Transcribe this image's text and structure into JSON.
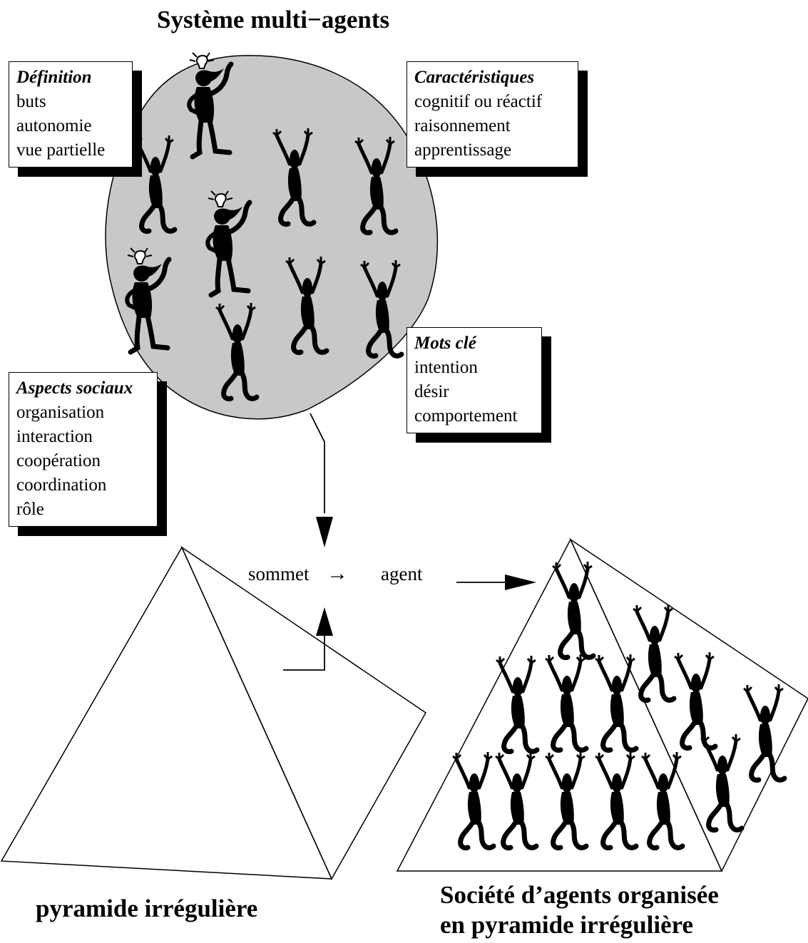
{
  "title": "Système multi−agents",
  "boxes": {
    "definition": {
      "heading": "Définition",
      "lines": [
        "buts",
        "autonomie",
        "vue partielle"
      ]
    },
    "caracteristiques": {
      "heading": "Caractéristiques",
      "lines": [
        "cognitif ou réactif",
        "raisonnement",
        "apprentissage"
      ]
    },
    "mots_cle": {
      "heading": "Mots clé",
      "lines": [
        "intention",
        "désir",
        "comportement"
      ]
    },
    "aspects_sociaux": {
      "heading": "Aspects sociaux",
      "lines": [
        "organisation",
        "interaction",
        "coopération",
        "coordination",
        "rôle"
      ]
    }
  },
  "mapping": {
    "from": "sommet",
    "arrow": "→",
    "to": "agent"
  },
  "captions": {
    "left": "pyramide irrégulière",
    "right_line1": "Société d’agents organisée",
    "right_line2": "en pyramide irrégulière"
  },
  "colors": {
    "blob": "#c8c8c8",
    "ink": "#000000",
    "paper": "#ffffff"
  },
  "icons": {
    "cognitive_agent": "thinking-agent-icon",
    "reactive_agent": "cheering-agent-icon"
  }
}
